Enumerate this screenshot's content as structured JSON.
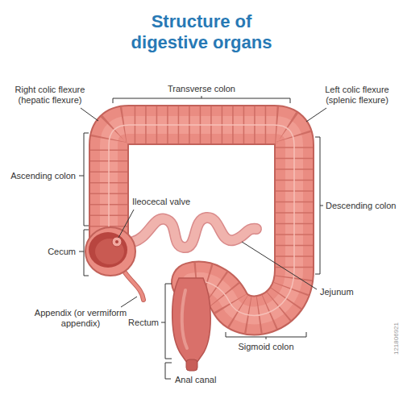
{
  "diagram": {
    "title": "Structure of digestive organs",
    "labels": [
      "Transverse colon",
      "Right colic flexure (hepatic flexure)",
      "Left colic flexure (splenic flexure)",
      "Ascending colon",
      "Ileocecal valve",
      "Descending colon",
      "Cecum",
      "Jejunum",
      "Appendix (or vermiform appendix)",
      "Rectum",
      "Sigmoid colon",
      "Anal canal",
      "121806921"
    ]
  }
}
